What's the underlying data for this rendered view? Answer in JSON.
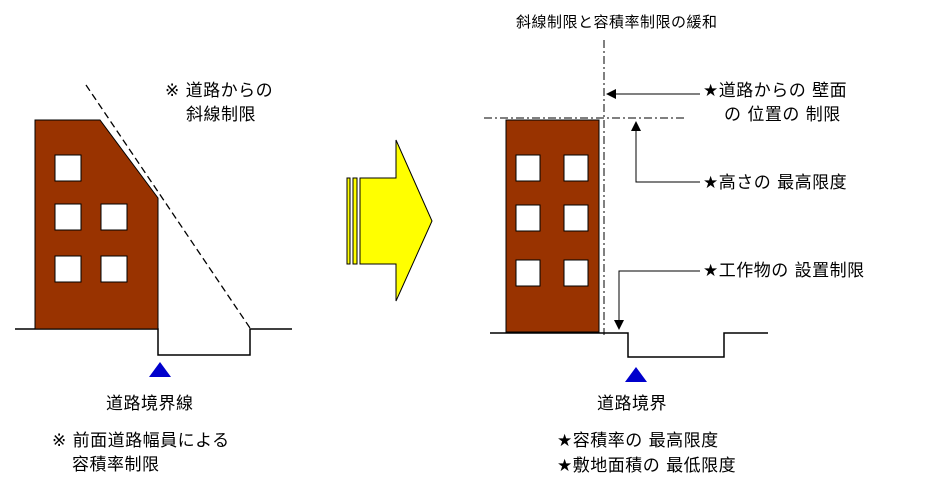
{
  "title": "斜線制限と容積率制限の緩和",
  "left": {
    "slant_note_line1": "※ 道路からの",
    "slant_note_line2": "斜線制限",
    "boundary_label": "道路境界線",
    "far_note_line1": "※ 前面道路幅員による",
    "far_note_line2": "容積率制限"
  },
  "right": {
    "wall_note_line1": "★道路からの 壁面",
    "wall_note_line2": "の 位置の 制限",
    "height_note": "★高さの 最高限度",
    "structure_note": "★工作物の 設置制限",
    "boundary_label": "道路境界",
    "far_max_note": "★容積率の 最高限度",
    "site_min_note": "★敷地面積の 最低限度"
  },
  "colors": {
    "building": "#993300",
    "arrow_fill": "#ffff00",
    "boundary_marker": "#0000cc"
  }
}
